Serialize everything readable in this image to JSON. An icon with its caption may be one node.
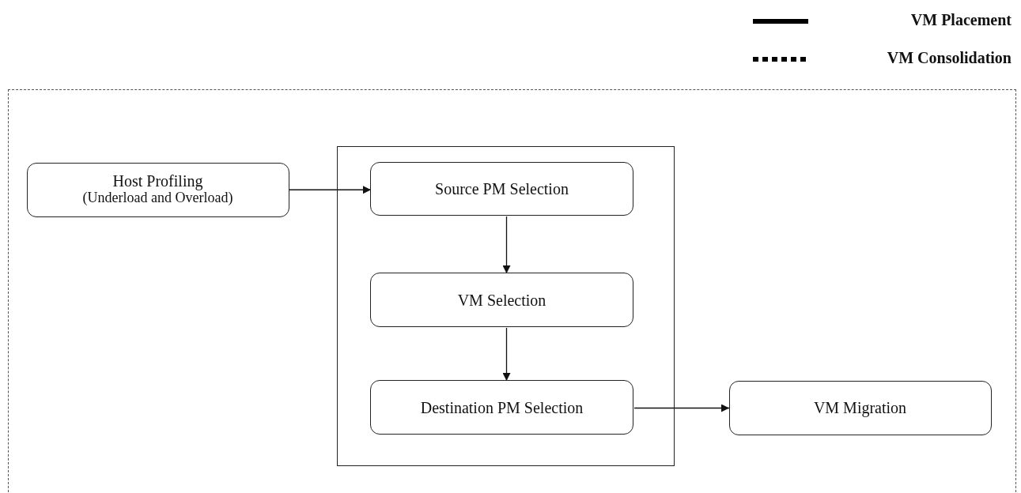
{
  "diagram": {
    "nodes": [
      {
        "text": [],
        "shape": "box"
      },
      {
        "text": [
          "Host Profiling",
          "(Underload and Overload)"
        ],
        "in": 0
      },
      {
        "text": [],
        "shape": "box",
        "in": 0
      },
      {
        "text": [
          "Source PM Selection"
        ],
        "in": 2
      },
      {
        "text": [
          "VM Selection"
        ],
        "in": 2
      },
      {
        "text": [
          "Destination PM Selection"
        ],
        "in": 2
      },
      {
        "text": [
          "VM Migration"
        ],
        "in": 0
      }
    ],
    "edges": [
      {
        "from": 1,
        "to": 3,
        "arrow": "to"
      },
      {
        "from": 3,
        "to": 4,
        "arrow": "to"
      },
      {
        "from": 4,
        "to": 5,
        "arrow": "to"
      },
      {
        "from": 5,
        "to": 6,
        "arrow": "to"
      }
    ],
    "legend": [
      {
        "text": "VM Placement"
      },
      {
        "text": "VM Consolidation"
      }
    ]
  }
}
